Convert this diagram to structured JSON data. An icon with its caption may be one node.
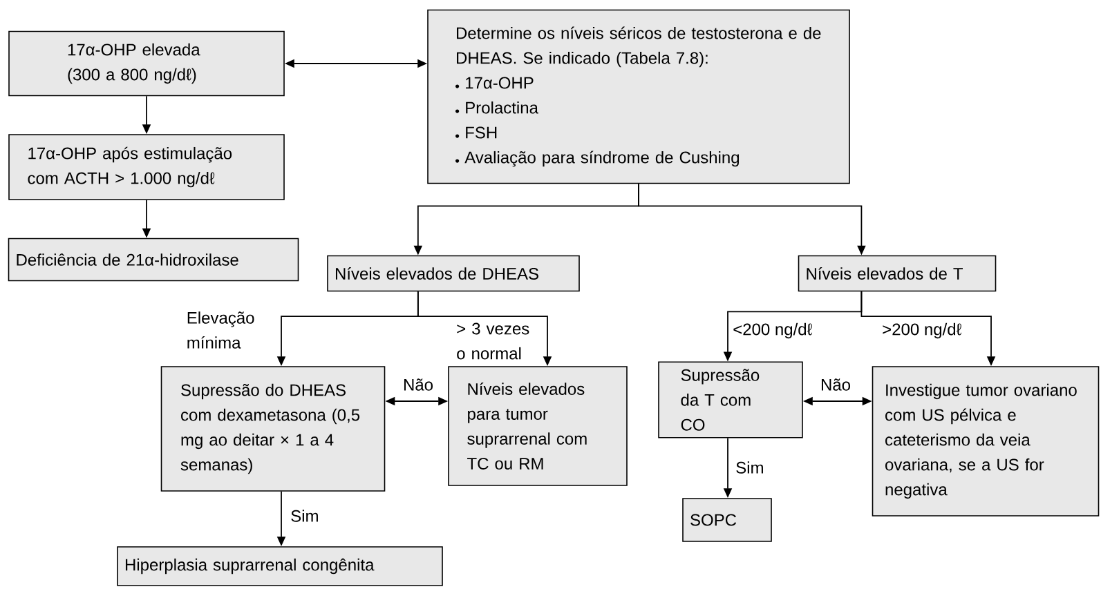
{
  "diagram": {
    "nodes": [
      {
        "text": [
          "17α-OHP elevada (300 a 800 ng/dℓ)"
        ]
      },
      {
        "text": [
          "17α-OHP após estimulação com ACTH > 1.000 ng/dℓ"
        ]
      },
      {
        "text": [
          "Deficiência de 21α-hidroxilase"
        ]
      },
      {
        "text": [
          "Determine os níveis séricos de testosterona e de DHEAS. Se indicado (Tabela 7.8):",
          "17α-OHP",
          "Prolactina",
          "FSH",
          "Avaliação para síndrome de Cushing"
        ]
      },
      {
        "text": [
          "Níveis elevados de DHEAS"
        ]
      },
      {
        "text": [
          "Níveis elevados de T"
        ]
      },
      {
        "text": [
          "Supressão do DHEAS com dexametasona (0,5 mg ao deitar × 1 a 4 semanas)"
        ]
      },
      {
        "text": [
          "Níveis elevados para tumor suprarrenal com TC ou RM"
        ]
      },
      {
        "text": [
          "Supressão da T com CO"
        ]
      },
      {
        "text": [
          "Investigue tumor ovariano com US pélvica e cateterismo da veia ovariana, se a US for negativa"
        ]
      },
      {
        "text": [
          "SOPC"
        ]
      },
      {
        "text": [
          "Hiperplasia suprarrenal congênita"
        ]
      }
    ],
    "edges": [
      {
        "from": 0,
        "to": 3,
        "arrow": "both"
      },
      {
        "from": 0,
        "to": 1,
        "arrow": "to"
      },
      {
        "from": 1,
        "to": 2,
        "arrow": "to"
      },
      {
        "from": 3,
        "to": 4,
        "arrow": "to"
      },
      {
        "from": 3,
        "to": 5,
        "arrow": "to"
      },
      {
        "from": 4,
        "to": 6,
        "arrow": "to",
        "label": "Elevação mínima"
      },
      {
        "from": 4,
        "to": 7,
        "arrow": "to",
        "label": "> 3 vezes o normal"
      },
      {
        "from": 6,
        "to": 7,
        "arrow": "both",
        "label": "Não"
      },
      {
        "from": 6,
        "to": 11,
        "arrow": "to",
        "label": "Sim"
      },
      {
        "from": 5,
        "to": 8,
        "arrow": "to",
        "label": "<200 ng/dℓ"
      },
      {
        "from": 5,
        "to": 9,
        "arrow": "to",
        "label": ">200 ng/dℓ"
      },
      {
        "from": 8,
        "to": 9,
        "arrow": "both",
        "label": "Não"
      },
      {
        "from": 8,
        "to": 10,
        "arrow": "to",
        "label": "Sim"
      }
    ]
  }
}
